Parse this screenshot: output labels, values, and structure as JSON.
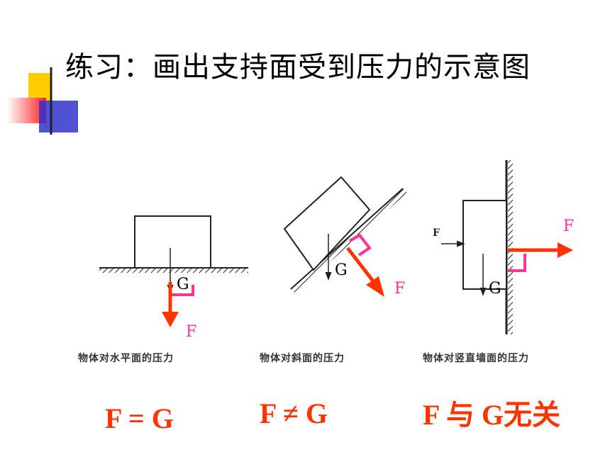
{
  "title": "练习：画出支持面受到压力的示意图",
  "colors": {
    "accent_red": "#ff3300",
    "accent_pink": "#ff3399",
    "deco_yellow": "#ffcc00",
    "deco_blue": "#3333cc"
  },
  "panels": [
    {
      "caption": "物体对水平面的压力",
      "result": "F = G",
      "g_label": "G",
      "f_label": "F"
    },
    {
      "caption": "物体对斜面的压力",
      "result": "F ≠ G",
      "g_label": "G",
      "f_label": "F"
    },
    {
      "caption": "物体对竖直墙面的压力",
      "result": "F 与 G无关",
      "g_label": "G",
      "f_label": "F",
      "push_label": "F"
    }
  ]
}
